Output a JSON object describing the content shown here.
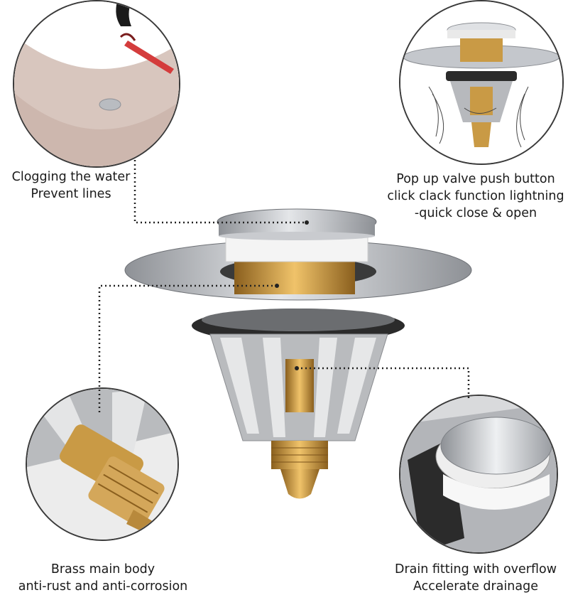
{
  "callouts": {
    "top_left": {
      "line1": "Clogging the water",
      "line2": "Prevent lines",
      "icon": "sink-basin-icon"
    },
    "top_right": {
      "line1": "Pop up valve push button",
      "line2": "click clack function lightning",
      "line3": "-quick close & open",
      "icon": "pop-up-valve-icon"
    },
    "bottom_left": {
      "line1": "Brass main body",
      "line2": "anti-rust and anti-corrosion",
      "icon": "brass-body-icon"
    },
    "bottom_right": {
      "line1": "Drain fitting with overflow",
      "line2": "Accelerate drainage",
      "icon": "drain-fitting-icon"
    }
  },
  "colors": {
    "steel": "#b9bcc1",
    "brass": "#c99a45",
    "gasket": "#2b2b2b",
    "sink": "#d9c9c1",
    "leader": "#222222"
  }
}
